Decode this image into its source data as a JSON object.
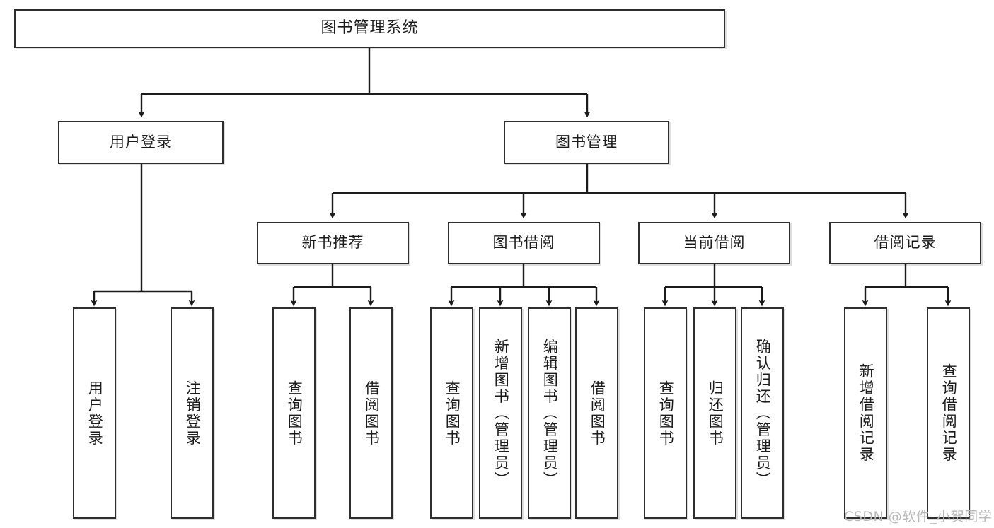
{
  "diagram": {
    "title": "图书管理系统",
    "type": "tree-hierarchy",
    "watermark": "CSDN @软件_小贺同学",
    "colors": {
      "box_border": "#2e2e2e",
      "box_fill": "#ffffff",
      "edge": "#1b1b1b",
      "watermark": "#b9b9b9"
    },
    "root": {
      "label": "图书管理系统"
    },
    "level1": [
      {
        "id": "user-login",
        "label": "用户登录"
      },
      {
        "id": "book-manage",
        "label": "图书管理"
      }
    ],
    "level2": [
      {
        "id": "new-book-rec",
        "label": "新书推荐",
        "parent": "book-manage"
      },
      {
        "id": "book-borrow",
        "label": "图书借阅",
        "parent": "book-manage"
      },
      {
        "id": "current-borrow",
        "label": "当前借阅",
        "parent": "book-manage"
      },
      {
        "id": "borrow-record",
        "label": "借阅记录",
        "parent": "book-manage"
      }
    ],
    "leaves": {
      "user_login": [
        {
          "id": "leaf-user-login",
          "label": "用户登录"
        },
        {
          "id": "leaf-logout",
          "label": "注销登录"
        }
      ],
      "new_book_rec": [
        {
          "id": "leaf-query-book-1",
          "label": "查询图书"
        },
        {
          "id": "leaf-borrow-book-1",
          "label": "借阅图书"
        }
      ],
      "book_borrow": [
        {
          "id": "leaf-query-book-2",
          "label": "查询图书"
        },
        {
          "id": "leaf-add-book",
          "label": "新增图书（管理员）"
        },
        {
          "id": "leaf-edit-book",
          "label": "编辑图书（管理员）"
        },
        {
          "id": "leaf-borrow-book-2",
          "label": "借阅图书"
        }
      ],
      "current_borrow": [
        {
          "id": "leaf-query-book-3",
          "label": "查询图书"
        },
        {
          "id": "leaf-return-book",
          "label": "归还图书"
        },
        {
          "id": "leaf-confirm-return",
          "label": "确认归还（管理员）"
        }
      ],
      "borrow_record": [
        {
          "id": "leaf-add-record",
          "label": "新增借阅记录"
        },
        {
          "id": "leaf-query-record",
          "label": "查询借阅记录"
        }
      ]
    }
  }
}
